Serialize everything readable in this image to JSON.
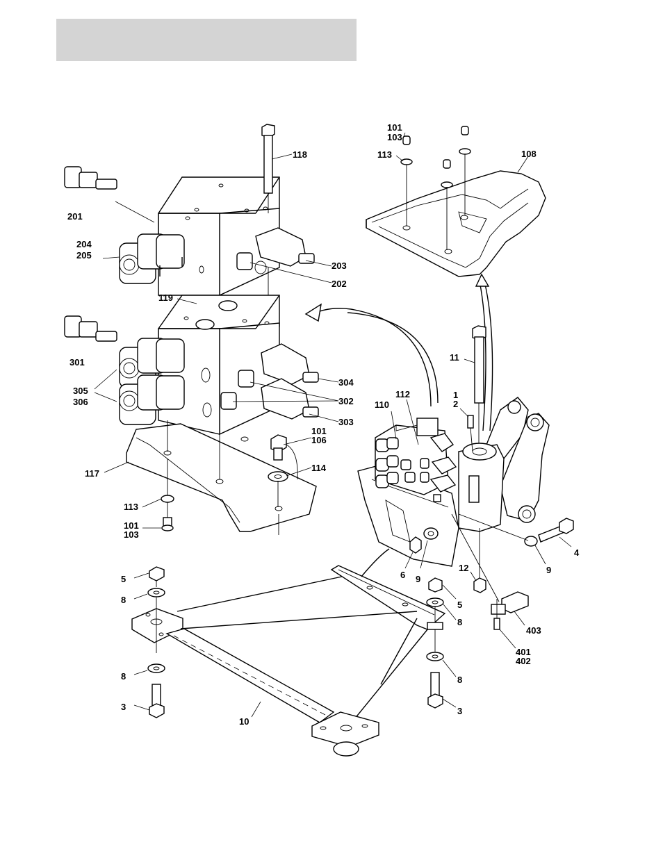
{
  "header_band": {
    "color": "#d4d4d4"
  },
  "callouts": [
    "118",
    "201",
    "204",
    "205",
    "203",
    "202",
    "119",
    "301",
    "305",
    "306",
    "304",
    "302",
    "303",
    "101",
    "106",
    "114",
    "117",
    "113",
    "101",
    "103",
    "101",
    "103",
    "113",
    "108",
    "11",
    "1",
    "2",
    "110",
    "112",
    "4",
    "6",
    "9",
    "9",
    "12",
    "5",
    "8",
    "5",
    "8",
    "403",
    "401",
    "402",
    "8",
    "8",
    "3",
    "3",
    "10"
  ]
}
